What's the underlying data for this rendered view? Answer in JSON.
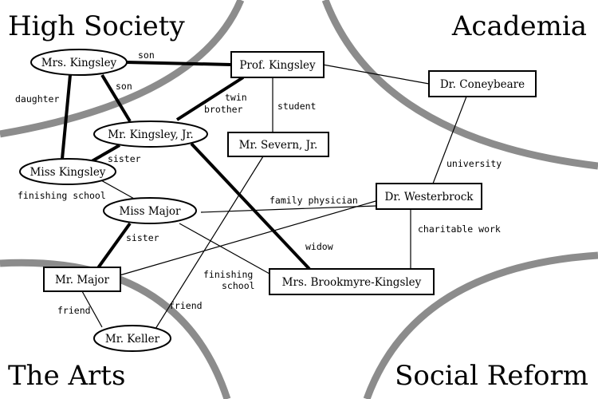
{
  "regions": {
    "high_society": "High Society",
    "academia": "Academia",
    "the_arts": "The Arts",
    "social_reform": "Social Reform"
  },
  "nodes": {
    "mrs_kingsley": "Mrs. Kingsley",
    "prof_kingsley": "Prof. Kingsley",
    "dr_coneybeare": "Dr. Coneybeare",
    "mr_kingsley_jr": "Mr. Kingsley, Jr.",
    "mr_severn_jr": "Mr. Severn, Jr.",
    "miss_kingsley": "Miss Kingsley",
    "dr_westerbrock": "Dr. Westerbrock",
    "miss_major": "Miss Major",
    "mr_major": "Mr. Major",
    "mrs_brookmyre_kingsley": "Mrs. Brookmyre-Kingsley",
    "mr_keller": "Mr. Keller"
  },
  "edge_labels": {
    "son_top": "son",
    "son_left": "son",
    "daughter": "daughter",
    "twin": "twin",
    "brother": "brother",
    "student": "student",
    "sister_top": "sister",
    "finishing_school_left": "finishing school",
    "university": "university",
    "family_physician": "family physician",
    "charitable_work": "charitable work",
    "sister_bottom": "sister",
    "widow": "widow",
    "finishing": "finishing",
    "school": "school",
    "friend_left": "friend",
    "friend_right": "friend"
  }
}
